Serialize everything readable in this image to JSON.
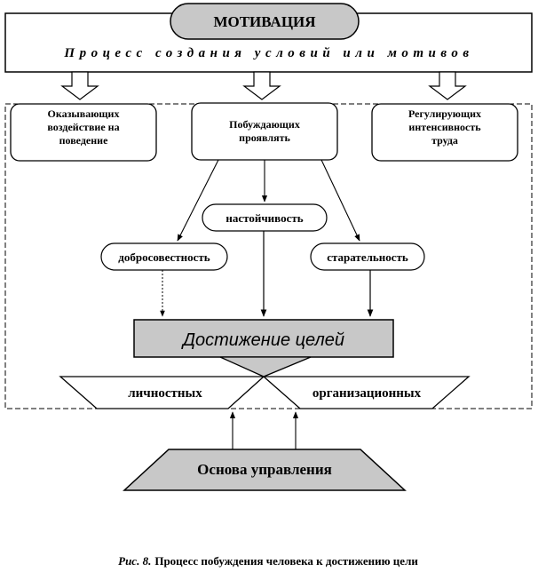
{
  "header": {
    "title": "МОТИВАЦИЯ",
    "subtitle": "Процесс создания условий или мотивов"
  },
  "motive_boxes": [
    {
      "lines": [
        "Оказывающих",
        "воздействие на",
        "поведение"
      ]
    },
    {
      "lines": [
        "Побуждающих",
        "проявлять"
      ]
    },
    {
      "lines": [
        "Регулирующих",
        "интенсивность",
        "труда"
      ]
    }
  ],
  "qualities": {
    "persistence": "настойчивость",
    "conscientiousness": "добросовестность",
    "diligence": "старательность"
  },
  "goal": {
    "label": "Достижение целей",
    "personal": "личностных",
    "organizational": "организационных"
  },
  "base": {
    "label": "Основа управления"
  },
  "caption": {
    "prefix": "Рис. 8.",
    "text": "Процесс побуждения человека к достижению цели"
  }
}
